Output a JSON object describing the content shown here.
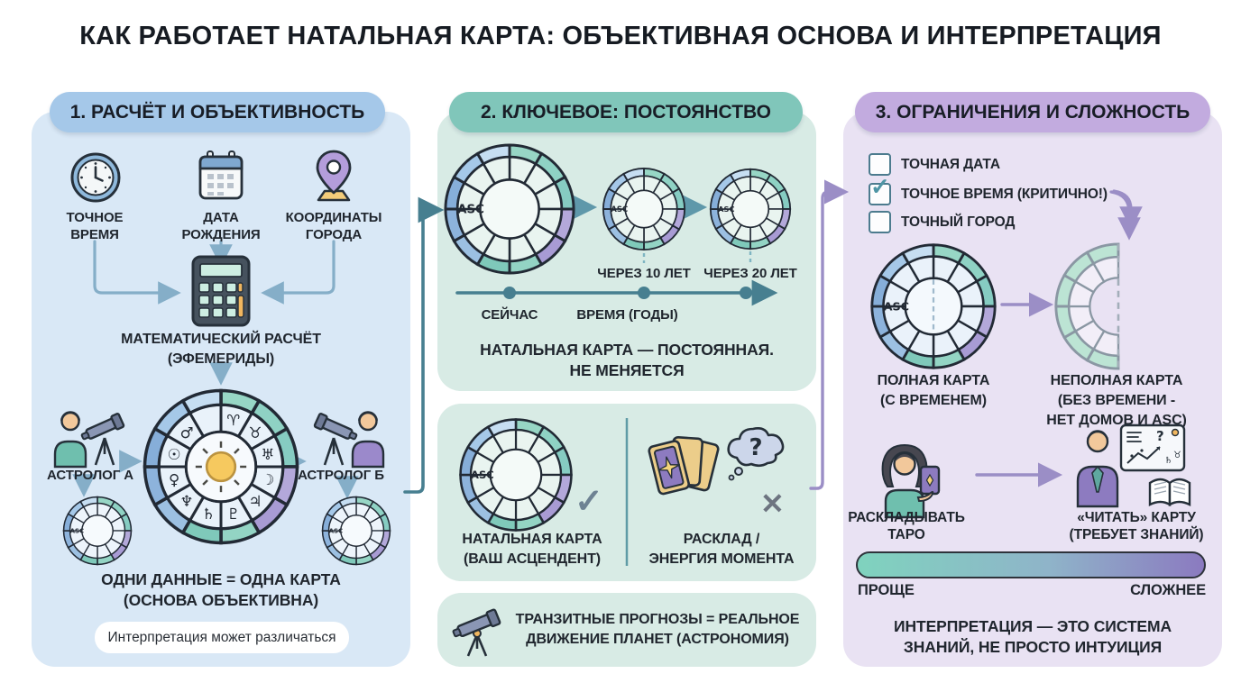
{
  "title": "КАК РАБОТАЕТ НАТАЛЬНАЯ КАРТА: ОБЪЕКТИВНАЯ ОСНОВА И ИНТЕРПРЕТАЦИЯ",
  "colors": {
    "panel1_bg": "#d9e8f6",
    "panel1_pill": "#a5c8e9",
    "panel2_bg": "#d8ebe5",
    "panel2_pill": "#80c6ba",
    "panel3_bg": "#e9e2f3",
    "panel3_pill": "#c2abdf",
    "arrow_blue": "#85aec8",
    "arrow_teal": "#477f90",
    "arrow_teal2": "#5f98aa",
    "arrow_purple": "#9b8ec6",
    "gradient_from": "#7fd3be",
    "gradient_mid": "#8fb4c9",
    "gradient_to": "#8b7ac0",
    "check_teal": "#4e95a5",
    "wheel_segments": [
      "#97d6c5",
      "#8fd2c4",
      "#86ccc2",
      "#b3a8da",
      "#a89bd4",
      "#93d4c4",
      "#7fc9ba",
      "#9cc0e2",
      "#8db3dc",
      "#86aed9",
      "#a5c8e8",
      "#c6def2"
    ]
  },
  "wheels": {
    "asc_label": "ASC",
    "glyphs": [
      "♈",
      "♉",
      "♅",
      "☽",
      "♃",
      "♇",
      "♄",
      "♆",
      "♀",
      "☉",
      "♂"
    ]
  },
  "marks": {
    "check": "✓",
    "cross": "✕"
  },
  "panel1": {
    "header": "1. РАСЧЁТ И ОБЪЕКТИВНОСТЬ",
    "input1_line1": "ТОЧНОЕ",
    "input1_line2": "ВРЕМЯ",
    "input2_line1": "ДАТА",
    "input2_line2": "РОЖДЕНИЯ",
    "input3_line1": "КООРДИНАТЫ",
    "input3_line2": "ГОРОДА",
    "calc_line1": "МАТЕМАТИЧЕСКИЙ РАСЧЁТ",
    "calc_line2": "(ЭФЕМЕРИДЫ)",
    "astrologer_a": "АСТРОЛОГ А",
    "astrologer_b": "АСТРОЛОГ Б",
    "result_line1": "ОДНИ ДАННЫЕ = ОДНА КАРТА",
    "result_line2": "(ОСНОВА ОБЪЕКТИВНА)",
    "note": "Интерпретация может различаться"
  },
  "panel2": {
    "header": "2. КЛЮЧЕВОЕ: ПОСТОЯНСТВО",
    "after10": "ЧЕРЕЗ 10 ЛЕТ",
    "after20": "ЧЕРЕЗ 20 ЛЕТ",
    "now": "СЕЙЧАС",
    "time_axis": "ВРЕМЯ (ГОДЫ)",
    "statement_line1": "НАТАЛЬНАЯ КАРТА — ПОСТОЯННАЯ.",
    "statement_line2": "НЕ МЕНЯЕТСЯ",
    "natal_line1": "НАТАЛЬНАЯ КАРТА",
    "natal_line2": "(ВАШ АСЦЕНДЕНТ)",
    "spread_line1": "РАСКЛАД /",
    "spread_line2": "ЭНЕРГИЯ МОМЕНТА",
    "cloud_question": "?",
    "transit_line1": "ТРАНЗИТНЫЕ ПРОГНОЗЫ = РЕАЛЬНОЕ",
    "transit_line2": "ДВИЖЕНИЕ ПЛАНЕТ (АСТРОНОМИЯ)"
  },
  "panel3": {
    "header": "3. ОГРАНИЧЕНИЯ И СЛОЖНОСТЬ",
    "checklist": [
      {
        "checked": false,
        "label": "ТОЧНАЯ ДАТА"
      },
      {
        "checked": true,
        "label": "ТОЧНОЕ ВРЕМЯ (КРИТИЧНО!)"
      },
      {
        "checked": false,
        "label": "ТОЧНЫЙ ГОРОД"
      }
    ],
    "full_line1": "ПОЛНАЯ КАРТА",
    "full_line2": "(С ВРЕМЕНЕМ)",
    "partial_line1": "НЕПОЛНАЯ КАРТА",
    "partial_line2": "(БЕЗ ВРЕМЕНИ -",
    "partial_line3": "НЕТ ДОМОВ И ASC)",
    "tarot_line1": "РАСКЛАДЫВАТЬ",
    "tarot_line2": "ТАРО",
    "read_line1": "«ЧИТАТЬ» КАРТУ",
    "read_line2": "(ТРЕБУЕТ ЗНАНИЙ)",
    "board_question": "?",
    "easier": "ПРОЩЕ",
    "harder": "СЛОЖНЕЕ",
    "conclusion_line1": "ИНТЕРПРЕТАЦИЯ — ЭТО СИСТЕМА",
    "conclusion_line2": "ЗНАНИЙ, НЕ ПРОСТО ИНТУИЦИЯ"
  }
}
